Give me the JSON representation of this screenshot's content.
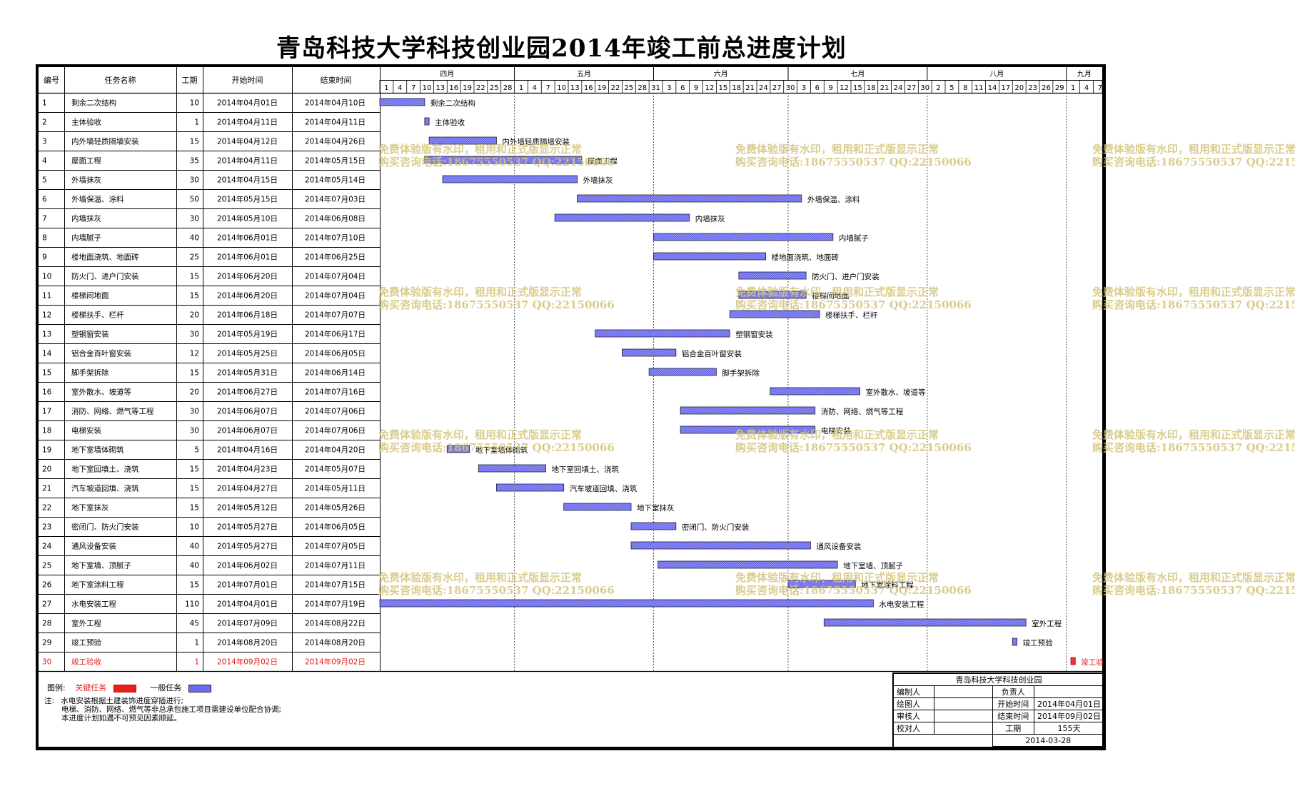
{
  "title": "青岛科技大学科技创业园2014年竣工前总进度计划",
  "columns": [
    "编号",
    "任务名称",
    "工期",
    "开始时间",
    "结束时间"
  ],
  "months": [
    {
      "label": "四月",
      "days": [
        "1",
        "4",
        "7",
        "10",
        "13",
        "16",
        "19",
        "22",
        "25",
        "28"
      ]
    },
    {
      "label": "五月",
      "days": [
        "1",
        "4",
        "7",
        "10",
        "13",
        "16",
        "19",
        "22",
        "25",
        "28",
        "31"
      ]
    },
    {
      "label": "六月",
      "days": [
        "3",
        "6",
        "9",
        "12",
        "15",
        "18",
        "21",
        "24",
        "27",
        "30"
      ]
    },
    {
      "label": "七月",
      "days": [
        "3",
        "6",
        "9",
        "12",
        "15",
        "18",
        "21",
        "24",
        "27",
        "30"
      ]
    },
    {
      "label": "八月",
      "days": [
        "2",
        "5",
        "8",
        "11",
        "14",
        "17",
        "20",
        "23",
        "26",
        "29"
      ]
    },
    {
      "label": "九月",
      "days": [
        "1",
        "4",
        "7"
      ]
    }
  ],
  "chart_data": {
    "type": "gantt",
    "title": "青岛科技大学科技创业园2014年竣工前总进度计划",
    "x_range": [
      "2014-04-01",
      "2014-09-09"
    ],
    "tasks": [
      {
        "id": "1",
        "name": "剩余二次结构",
        "duration": "10",
        "start": "2014年04月01日",
        "end": "2014年04月10日",
        "s": "2014-04-01",
        "e": "2014-04-10",
        "critical": false
      },
      {
        "id": "2",
        "name": "主体验收",
        "duration": "1",
        "start": "2014年04月11日",
        "end": "2014年04月11日",
        "s": "2014-04-11",
        "e": "2014-04-11",
        "critical": false
      },
      {
        "id": "3",
        "name": "内外墙轻质隔墙安装",
        "duration": "15",
        "start": "2014年04月12日",
        "end": "2014年04月26日",
        "s": "2014-04-12",
        "e": "2014-04-26",
        "critical": false
      },
      {
        "id": "4",
        "name": "屋面工程",
        "duration": "35",
        "start": "2014年04月11日",
        "end": "2014年05月15日",
        "s": "2014-04-11",
        "e": "2014-05-15",
        "critical": false
      },
      {
        "id": "5",
        "name": "外墙抹灰",
        "duration": "30",
        "start": "2014年04月15日",
        "end": "2014年05月14日",
        "s": "2014-04-15",
        "e": "2014-05-14",
        "critical": false
      },
      {
        "id": "6",
        "name": "外墙保温、涂料",
        "duration": "50",
        "start": "2014年05月15日",
        "end": "2014年07月03日",
        "s": "2014-05-15",
        "e": "2014-07-03",
        "critical": false
      },
      {
        "id": "7",
        "name": "内墙抹灰",
        "duration": "30",
        "start": "2014年05月10日",
        "end": "2014年06月08日",
        "s": "2014-05-10",
        "e": "2014-06-08",
        "critical": false
      },
      {
        "id": "8",
        "name": "内墙腻子",
        "duration": "40",
        "start": "2014年06月01日",
        "end": "2014年07月10日",
        "s": "2014-06-01",
        "e": "2014-07-10",
        "critical": false
      },
      {
        "id": "9",
        "name": "楼地面浇筑、地面砖",
        "duration": "25",
        "start": "2014年06月01日",
        "end": "2014年06月25日",
        "s": "2014-06-01",
        "e": "2014-06-25",
        "critical": false
      },
      {
        "id": "10",
        "name": "防火门、进户门安装",
        "duration": "15",
        "start": "2014年06月20日",
        "end": "2014年07月04日",
        "s": "2014-06-20",
        "e": "2014-07-04",
        "critical": false
      },
      {
        "id": "11",
        "name": "楼梯间地面",
        "duration": "15",
        "start": "2014年06月20日",
        "end": "2014年07月04日",
        "s": "2014-06-20",
        "e": "2014-07-04",
        "critical": false
      },
      {
        "id": "12",
        "name": "楼梯扶手、栏杆",
        "duration": "20",
        "start": "2014年06月18日",
        "end": "2014年07月07日",
        "s": "2014-06-18",
        "e": "2014-07-07",
        "critical": false
      },
      {
        "id": "13",
        "name": "塑钢窗安装",
        "duration": "30",
        "start": "2014年05月19日",
        "end": "2014年06月17日",
        "s": "2014-05-19",
        "e": "2014-06-17",
        "critical": false
      },
      {
        "id": "14",
        "name": "铝合金百叶窗安装",
        "duration": "12",
        "start": "2014年05月25日",
        "end": "2014年06月05日",
        "s": "2014-05-25",
        "e": "2014-06-05",
        "critical": false
      },
      {
        "id": "15",
        "name": "脚手架拆除",
        "duration": "15",
        "start": "2014年05月31日",
        "end": "2014年06月14日",
        "s": "2014-05-31",
        "e": "2014-06-14",
        "critical": false
      },
      {
        "id": "16",
        "name": "室外散水、坡道等",
        "duration": "20",
        "start": "2014年06月27日",
        "end": "2014年07月16日",
        "s": "2014-06-27",
        "e": "2014-07-16",
        "critical": false
      },
      {
        "id": "17",
        "name": "消防、网络、燃气等工程",
        "duration": "30",
        "start": "2014年06月07日",
        "end": "2014年07月06日",
        "s": "2014-06-07",
        "e": "2014-07-06",
        "critical": false
      },
      {
        "id": "18",
        "name": "电梯安装",
        "duration": "30",
        "start": "2014年06月07日",
        "end": "2014年07月06日",
        "s": "2014-06-07",
        "e": "2014-07-06",
        "critical": false
      },
      {
        "id": "19",
        "name": "地下室墙体砌筑",
        "duration": "5",
        "start": "2014年04月16日",
        "end": "2014年04月20日",
        "s": "2014-04-16",
        "e": "2014-04-20",
        "critical": false
      },
      {
        "id": "20",
        "name": "地下室回填土、浇筑",
        "duration": "15",
        "start": "2014年04月23日",
        "end": "2014年05月07日",
        "s": "2014-04-23",
        "e": "2014-05-07",
        "critical": false
      },
      {
        "id": "21",
        "name": "汽车坡道回填、浇筑",
        "duration": "15",
        "start": "2014年04月27日",
        "end": "2014年05月11日",
        "s": "2014-04-27",
        "e": "2014-05-11",
        "critical": false
      },
      {
        "id": "22",
        "name": "地下室抹灰",
        "duration": "15",
        "start": "2014年05月12日",
        "end": "2014年05月26日",
        "s": "2014-05-12",
        "e": "2014-05-26",
        "critical": false
      },
      {
        "id": "23",
        "name": "密闭门、防火门安装",
        "duration": "10",
        "start": "2014年05月27日",
        "end": "2014年06月05日",
        "s": "2014-05-27",
        "e": "2014-06-05",
        "critical": false
      },
      {
        "id": "24",
        "name": "通风设备安装",
        "duration": "40",
        "start": "2014年05月27日",
        "end": "2014年07月05日",
        "s": "2014-05-27",
        "e": "2014-07-05",
        "critical": false
      },
      {
        "id": "25",
        "name": "地下室墙、顶腻子",
        "duration": "40",
        "start": "2014年06月02日",
        "end": "2014年07月11日",
        "s": "2014-06-02",
        "e": "2014-07-11",
        "critical": false
      },
      {
        "id": "26",
        "name": "地下室涂料工程",
        "duration": "15",
        "start": "2014年07月01日",
        "end": "2014年07月15日",
        "s": "2014-07-01",
        "e": "2014-07-15",
        "critical": false
      },
      {
        "id": "27",
        "name": "水电安装工程",
        "duration": "110",
        "start": "2014年04月01日",
        "end": "2014年07月19日",
        "s": "2014-04-01",
        "e": "2014-07-19",
        "critical": false
      },
      {
        "id": "28",
        "name": "室外工程",
        "duration": "45",
        "start": "2014年07月09日",
        "end": "2014年08月22日",
        "s": "2014-07-09",
        "e": "2014-08-22",
        "critical": false
      },
      {
        "id": "29",
        "name": "竣工预验",
        "duration": "1",
        "start": "2014年08月20日",
        "end": "2014年08月20日",
        "s": "2014-08-20",
        "e": "2014-08-20",
        "critical": false
      },
      {
        "id": "30",
        "name": "竣工验收",
        "duration": "1",
        "start": "2014年09月02日",
        "end": "2014年09月02日",
        "s": "2014-09-02",
        "e": "2014-09-02",
        "critical": true
      }
    ]
  },
  "legend": {
    "label": "图例:",
    "critical_label": "关键任务",
    "normal_label": "一般任务",
    "critical_color": "#e8201c",
    "normal_color": "#6a6af0"
  },
  "notes": {
    "label": "注:",
    "lines": [
      "水电安装根据土建装饰进度穿插进行;",
      "电梯、消防、网络、燃气等非总承包施工项目需建设单位配合协调;",
      "本进度计划如遇不可预见因素顺延。"
    ]
  },
  "info": {
    "org": "青岛科技大学科技创业园",
    "rows": [
      {
        "k1": "编制人",
        "v1": "",
        "k2": "负责人",
        "v2": ""
      },
      {
        "k1": "绘图人",
        "v1": "",
        "k2": "开始时间",
        "v2": "2014年04月01日"
      },
      {
        "k1": "审核人",
        "v1": "",
        "k2": "结束时间",
        "v2": "2014年09月02日"
      },
      {
        "k1": "校对人",
        "v1": "",
        "k2": "工期",
        "v2": "155天"
      }
    ],
    "date": "2014-03-28"
  },
  "watermark": {
    "line1": "免费体验版有水印，租用和正式版显示正常",
    "line2": "购买咨询电话:18675550537 QQ:22150066"
  }
}
